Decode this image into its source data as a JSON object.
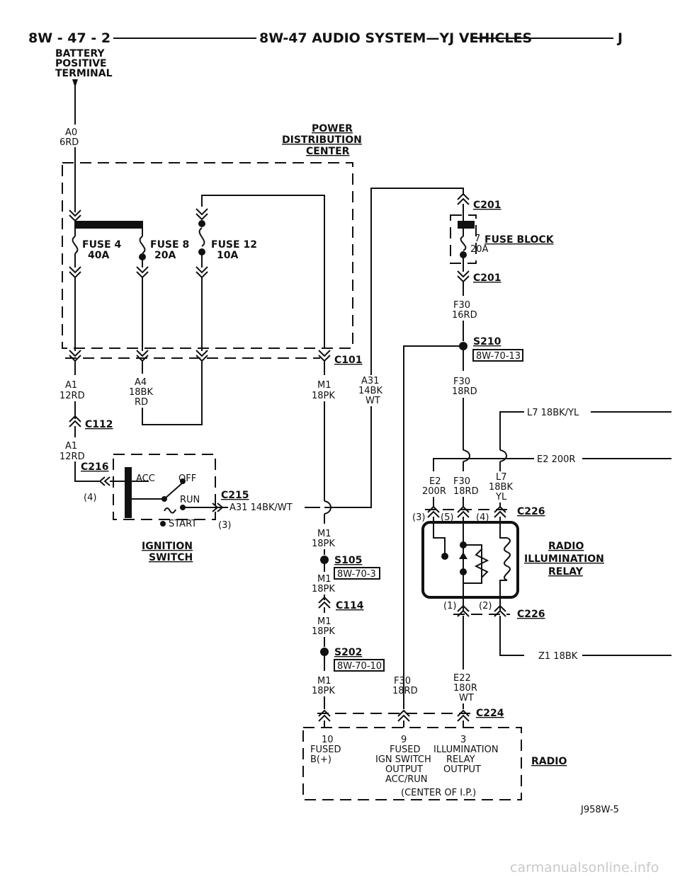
{
  "header": {
    "page": "8W - 47 - 2",
    "title": "8W-47 AUDIO SYSTEM—YJ VEHICLES",
    "letter": "J"
  },
  "battery": {
    "line1": "BATTERY",
    "line2": "POSITIVE",
    "line3": "TERMINAL"
  },
  "wires": {
    "a0": "A0",
    "a0c": "6RD",
    "a1": "A1",
    "a1c": "12RD",
    "a1b": "A1",
    "a1bc": "12RD",
    "a4": "A4",
    "a4c": "18BK",
    "a4c2": "RD",
    "m1": "M1",
    "m1c": "18PK",
    "a31": "A31",
    "a31c": "14BK",
    "a31c2": "WT",
    "a31side": "A31 14BK/WT",
    "f30a": "F30",
    "f30ac": "16RD",
    "f30b": "F30",
    "f30bc": "18RD",
    "l7side": "L7 18BK/YL",
    "e2side": "E2 200R",
    "e2": "E2",
    "e2c": "200R",
    "f30c": "F30",
    "f30cc": "18RD",
    "l7": "L7",
    "l7c": "18BK",
    "l7c2": "YL",
    "m1b": "M1",
    "m1bc": "18PK",
    "m1c_": "M1",
    "m1cc": "18PK",
    "m1d": "M1",
    "m1dc": "18PK",
    "m1e": "M1",
    "m1ec": "18PK",
    "z1": "Z1 18BK",
    "f30d": "F30",
    "f30dc": "18RD",
    "e22": "E22",
    "e22c": "180R",
    "e22c2": "WT"
  },
  "pdc": {
    "line1": "POWER",
    "line2": "DISTRIBUTION",
    "line3": "CENTER"
  },
  "fuses": {
    "f4": "FUSE 4",
    "f4a": "40A",
    "f8": "FUSE 8",
    "f8a": "20A",
    "f12": "FUSE 12",
    "f12a": "10A",
    "fb_num": "7",
    "fb_amp": "20A",
    "fb_label": "FUSE BLOCK"
  },
  "connectors": {
    "c201a": "C201",
    "c201b": "C201",
    "c101": "C101",
    "c112": "C112",
    "c216": "C216",
    "c215": "C215",
    "c226a": "C226",
    "c226b": "C226",
    "c224": "C224",
    "c216pin": "(4)",
    "c215pin": "(3)",
    "relay_p3": "(3)",
    "relay_p5": "(5)",
    "relay_p4": "(4)",
    "relay_p1": "(1)",
    "relay_p2": "(2)"
  },
  "splices": {
    "s210": "S210",
    "s210ref": "8W-70-13",
    "s105": "S105",
    "s105ref": "8W-70-3",
    "s202": "S202",
    "s202ref": "8W-70-10",
    "c114": "C114"
  },
  "switch": {
    "acc": "ACC",
    "off": "OFF",
    "run": "RUN",
    "start": "START",
    "label1": "IGNITION",
    "label2": "SWITCH"
  },
  "relay": {
    "line1": "RADIO",
    "line2": "ILLUMINATION",
    "line3": "RELAY"
  },
  "radio": {
    "pin10": "10",
    "pin10a": "FUSED",
    "pin10b": "B(+)",
    "pin9": "9",
    "pin9a": "FUSED",
    "pin9b": "IGN SWITCH",
    "pin9c": "OUTPUT",
    "pin9d": "ACC/RUN",
    "pin3": "3",
    "pin3a": "ILLUMINATION",
    "pin3b": "RELAY",
    "pin3c": "OUTPUT",
    "location": "(CENTER OF I.P.)",
    "label": "RADIO"
  },
  "figure_id": "J958W-5",
  "watermark": "carmanualsonline.info"
}
